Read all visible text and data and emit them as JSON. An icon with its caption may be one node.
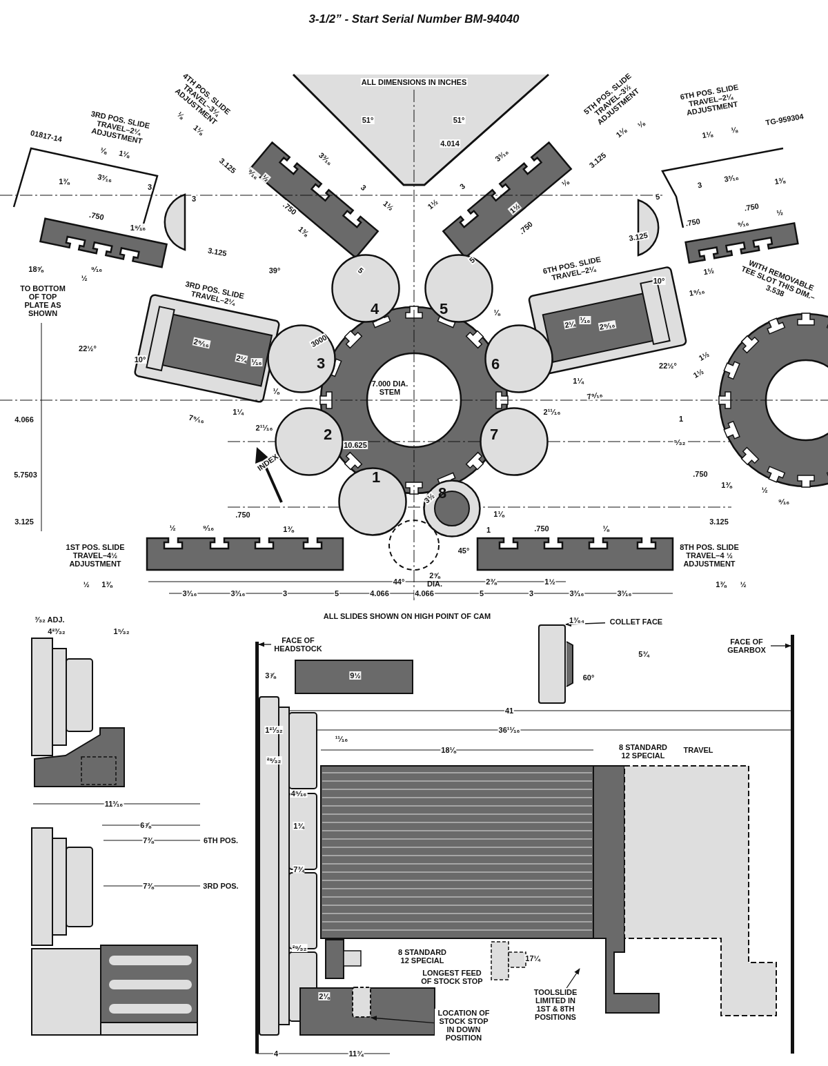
{
  "diagram": {
    "title": "3-1/2” - Start Serial Number BM-94040",
    "nodes": [
      {
        "text": [
          "1"
        ]
      },
      {
        "text": [
          "2"
        ]
      },
      {
        "text": [
          "3"
        ]
      },
      {
        "text": [
          "4"
        ]
      },
      {
        "text": [
          "5"
        ]
      },
      {
        "text": [
          "6"
        ]
      },
      {
        "text": [
          "7"
        ]
      },
      {
        "text": [
          "8"
        ]
      },
      {
        "text": [
          "COLLET FACE"
        ]
      },
      {
        "text": [
          "LOCATION OF STOCK STOP IN DOWN POSITION"
        ]
      },
      {
        "text": [
          "TOOLSLIDE LIMITED IN 1ST & 8TH POSITIONS"
        ]
      },
      {
        "text": [
          "FACE OF HEADSTOCK"
        ]
      },
      {
        "text": [
          "FACE OF GEARBOX"
        ]
      },
      {
        "text": [],
        "shape": "box"
      },
      {
        "text": [],
        "shape": "box"
      },
      {
        "text": [],
        "shape": "bar"
      },
      {
        "text": [],
        "shape": "bar"
      }
    ],
    "edges": [
      {
        "from": 8,
        "to": 13,
        "arrow": "to"
      },
      {
        "from": 9,
        "to": 14,
        "arrow": "to"
      },
      {
        "from": 10,
        "to": null,
        "arrow": "to"
      },
      {
        "from": 11,
        "to": 15,
        "arrow": "to"
      },
      {
        "from": 12,
        "to": 16,
        "arrow": "to"
      }
    ],
    "labels": [
      "ALL DIMENSIONS IN INCHES",
      "01817-14",
      "3RD POS. SLIDE TRAVEL–2¼ ADJUSTMENT",
      "⅛",
      "1⅛",
      "4TH POS. SLIDE TRAVEL–3¼ ADJUSTMENT",
      "⅛",
      "1⅛",
      "3.125",
      "⁹⁄₁₆",
      "½",
      "3³⁄₁₆",
      "3",
      ".750",
      "1½",
      "1⅜",
      "51°",
      "51°",
      "4.014",
      "3³⁄₁₆",
      "3",
      "1½",
      "1½",
      ".750",
      "⅛",
      "5TH POS. SLIDE TRAVEL–3½ ADJUSTMENT",
      "1⅛",
      "⅛",
      "3.125",
      "6TH POS. SLIDE TRAVEL–2¼ ADJUSTMENT",
      "1⅛",
      "⅛",
      "TG-959304",
      "1⅜",
      "3³⁄₁₆",
      "3",
      "3",
      ".750",
      "1⁹⁄₁₆",
      "3.125",
      "18⅝",
      "⁹⁄₁₆",
      "½",
      "3.125",
      "5",
      "3",
      "3³⁄₁₆",
      "1⅜",
      ".750",
      ".750",
      "⁹⁄₁₆",
      "½",
      "1½",
      "1⁹⁄₁₆",
      "5",
      "5",
      "TO BOTTOM OF TOP PLATE AS SHOWN",
      "39°",
      "3RD POS. SLIDE TRAVEL–2¼",
      "22½°",
      "10°",
      "2⁹⁄₁₆",
      "2¼",
      "¹⁄₁₆",
      "⅛",
      "1¼",
      "7⁹⁄₁₆",
      "2¹¹⁄₁₆",
      "3000",
      "7.000 DIA. STEM",
      "10.625",
      "6TH POS. SLIDE TRAVEL–2¼",
      "10°",
      "⅛",
      "2¼",
      "¹⁄₁₆",
      "2⁹⁄₁₆",
      "22½°",
      "1¼",
      "7⁹⁄₁₆",
      "2¹¹⁄₁₆",
      "WITH REMOVABLE TEE SLOT THIS DIM.–3.538",
      "1½",
      "1½",
      "4.066",
      "5.7503",
      "INDEX",
      "1",
      "⁵⁄₃₂",
      ".750",
      "1⅜",
      "½",
      "⁹⁄₁₆",
      "3.125",
      "½",
      "⁹⁄₁₆",
      ".750",
      "1⅜",
      "3½",
      "1⅛",
      "1",
      ".750",
      "⅛",
      "3.125",
      "1ST POS. SLIDE TRAVEL–4½ ADJUSTMENT",
      "½",
      "1⅜",
      "45°",
      "44°",
      "2⅝ DIA.",
      "2⅜",
      "1½",
      "8TH POS. SLIDE TRAVEL–4 ½ ADJUSTMENT",
      "1⅜",
      "½",
      "3³⁄₁₆",
      "3³⁄₁₆",
      "3",
      "5",
      "4.066",
      "4.066",
      "5",
      "3",
      "3³⁄₁₆",
      "3³⁄₁₆",
      "ALL SLIDES SHOWN ON HIGH POINT OF CAM",
      "³⁄₃₂ ADJ.",
      "4²³⁄₃₂",
      "1⁵⁄₃₂",
      "11³⁄₁₆",
      "6⅞",
      "7⅜",
      "6TH POS.",
      "7⅜",
      "3RD POS.",
      "3⅞",
      "9½",
      "1³⁄₆₄",
      "5¾",
      "60°",
      "41",
      "1²¹⁄₃₂",
      "36¹¹⁄₁₆",
      "¹¹⁄₁₆",
      "18⅛",
      "8 STANDARD 12 SPECIAL",
      "TRAVEL",
      "²⁹⁄₃₂",
      "4⁵⁄₁₆",
      "1¾",
      "7¾",
      "²⁹⁄₃₂",
      "8 STANDARD 12 SPECIAL",
      "LONGEST FEED OF STOCK STOP",
      "17¼",
      "2⅛",
      "4",
      "11¾"
    ]
  }
}
